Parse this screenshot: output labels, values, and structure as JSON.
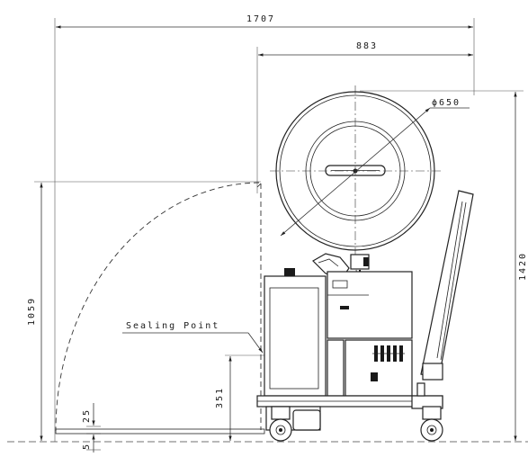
{
  "drawing": {
    "dimensions": {
      "overall_length": "1707",
      "machine_length": "883",
      "reel_diameter": "ϕ650",
      "overall_height": "1420",
      "door_height": "1059",
      "sealing_height": "351",
      "clearance_upper": "25",
      "clearance_lower": "5"
    },
    "labels": {
      "sealing_point": "Sealing Point"
    }
  }
}
